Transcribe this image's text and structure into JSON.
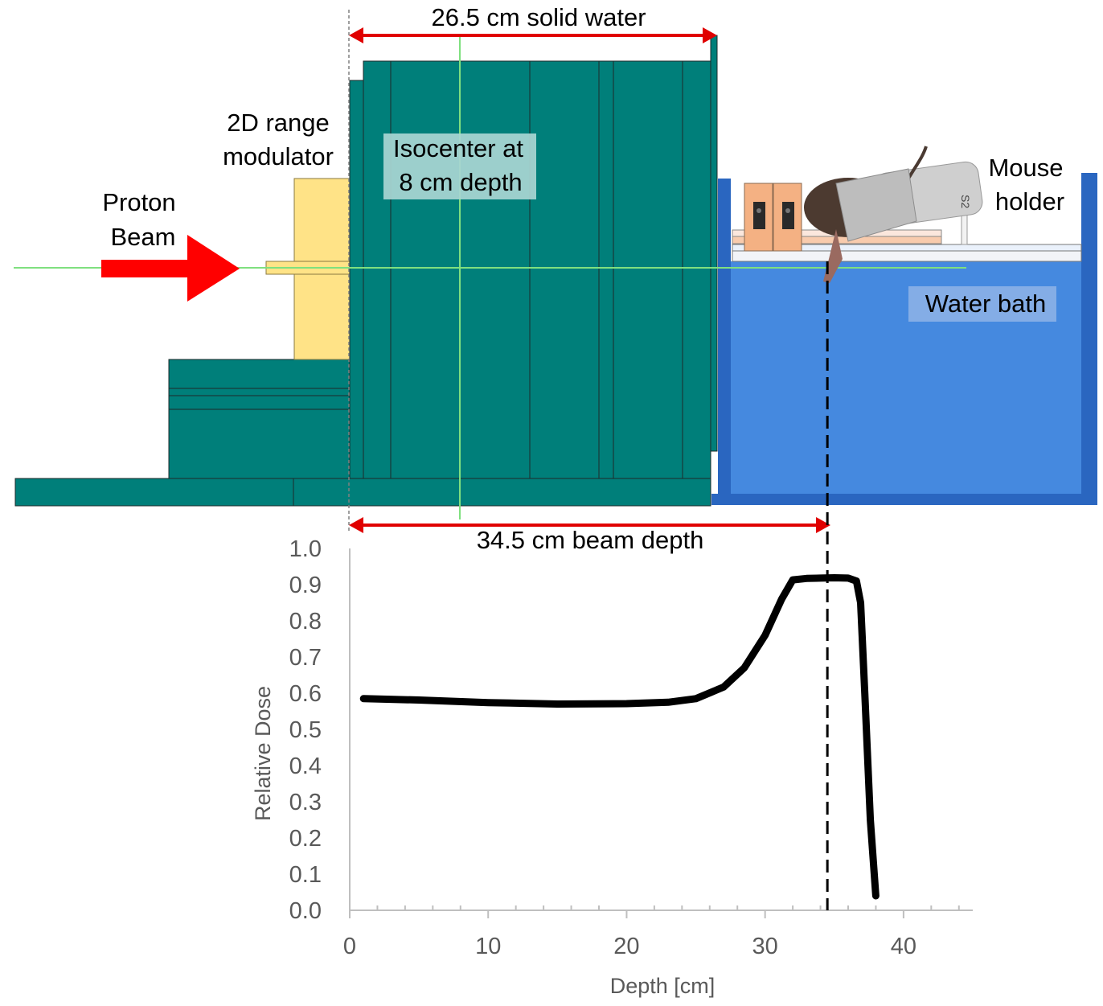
{
  "labels": {
    "solid_water": "26.5 cm solid water",
    "beam_depth": "34.5 cm beam depth",
    "range_modulator": [
      "2D range",
      "modulator"
    ],
    "proton_beam": [
      "Proton",
      "Beam"
    ],
    "isocenter": [
      "Isocenter at",
      "8 cm depth"
    ],
    "mouse_holder": [
      "Mouse",
      "holder"
    ],
    "water_bath": "Water bath",
    "holder_marking": "S2"
  },
  "colors": {
    "solid_water": "#007f7a",
    "modulator": "#ffe387",
    "water_bath": "#4589df",
    "water_bath_wall": "#2a66c0",
    "beam_arrow": "#ff0000",
    "dimension_arrow": "#e00000",
    "beam_line": "#7fe07f",
    "holder_block": "#f4b183",
    "dose_curve": "#000000",
    "axis_text": "#595959"
  },
  "chart_data": {
    "type": "line",
    "xlabel": "Depth [cm]",
    "ylabel": "Relative Dose",
    "xlim": [
      0,
      45
    ],
    "ylim": [
      0,
      1.0
    ],
    "x_ticks": [
      "0",
      "10",
      "20",
      "30",
      "40"
    ],
    "y_ticks": [
      "0.0",
      "0.1",
      "0.2",
      "0.3",
      "0.4",
      "0.5",
      "0.6",
      "0.7",
      "0.8",
      "0.9",
      "1.0"
    ],
    "series": [
      {
        "x": [
          1,
          5,
          10,
          15,
          20,
          23,
          25,
          27,
          28.5,
          30,
          31.2,
          32,
          33,
          34,
          35,
          36,
          36.6,
          36.9,
          37.2,
          37.6,
          38.0
        ],
        "y": [
          0.585,
          0.581,
          0.574,
          0.57,
          0.571,
          0.575,
          0.585,
          0.617,
          0.67,
          0.76,
          0.86,
          0.913,
          0.917,
          0.918,
          0.919,
          0.918,
          0.91,
          0.85,
          0.6,
          0.25,
          0.04
        ]
      }
    ],
    "reference_line_x": 34.5
  }
}
